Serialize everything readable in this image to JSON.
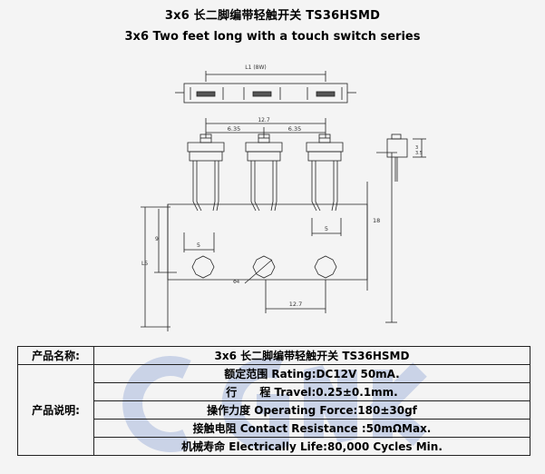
{
  "header": {
    "title_cn": "3x6 长二脚编带轻触开关 TS36HSMD",
    "title_en": "3x6 Two feet long with a touch switch series"
  },
  "drawing": {
    "dim_l1": "L1 (8W)",
    "dim_127_top": "12.7",
    "dim_635_a": "6.35",
    "dim_635_b": "6.35",
    "dim_5_a": "5",
    "dim_5_b": "5",
    "dim_9": "9",
    "dim_18": "18",
    "dim_l5": "L5",
    "dim_127_bottom": "12.7",
    "dim_d4": "Φ4",
    "dim_side_35": "3.5",
    "dim_side_3": "3"
  },
  "table": {
    "name_label": "产品名称:",
    "name_value": "3x6 长二脚编带轻触开关 TS36HSMD",
    "desc_label": "产品说明:",
    "specs": [
      "额定范围 Rating:DC12V 50mA.",
      "行      程 Travel:0.25±0.1mm.",
      "操作力度 Operating Force:180±30gf",
      "接触电阻 Contact Resistance :50mΩMax.",
      "机械寿命 Electrically Life:80,000 Cycles Min."
    ]
  },
  "colors": {
    "background": "#f4f4f4",
    "line": "#222222",
    "watermark": "#a9b9dd"
  }
}
